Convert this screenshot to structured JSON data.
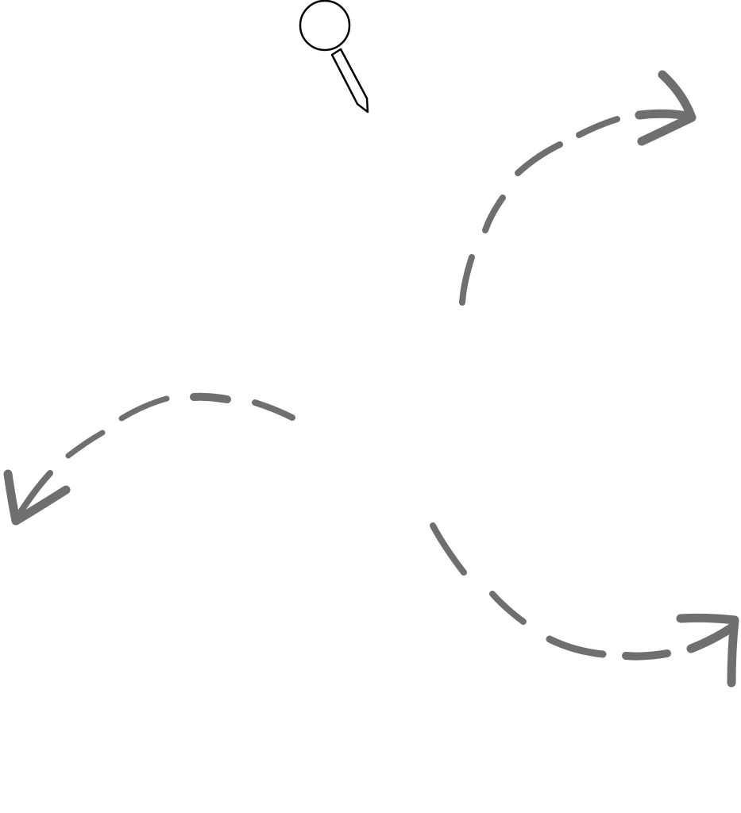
{
  "colors": {
    "background": "#ffffff",
    "arrow": "#6f6f6f",
    "pin_stroke": "#000000",
    "pin_fill": "#ffffff"
  },
  "elements": [
    {
      "name": "pushpin-icon",
      "icon": "pushpin-icon"
    },
    {
      "name": "dashed-arrow-top-right",
      "icon": "curved-dashed-arrow-icon",
      "direction": "up-right"
    },
    {
      "name": "dashed-arrow-left",
      "icon": "curved-dashed-arrow-icon",
      "direction": "down-left"
    },
    {
      "name": "dashed-arrow-bottom-right",
      "icon": "curved-dashed-arrow-icon",
      "direction": "right"
    }
  ]
}
